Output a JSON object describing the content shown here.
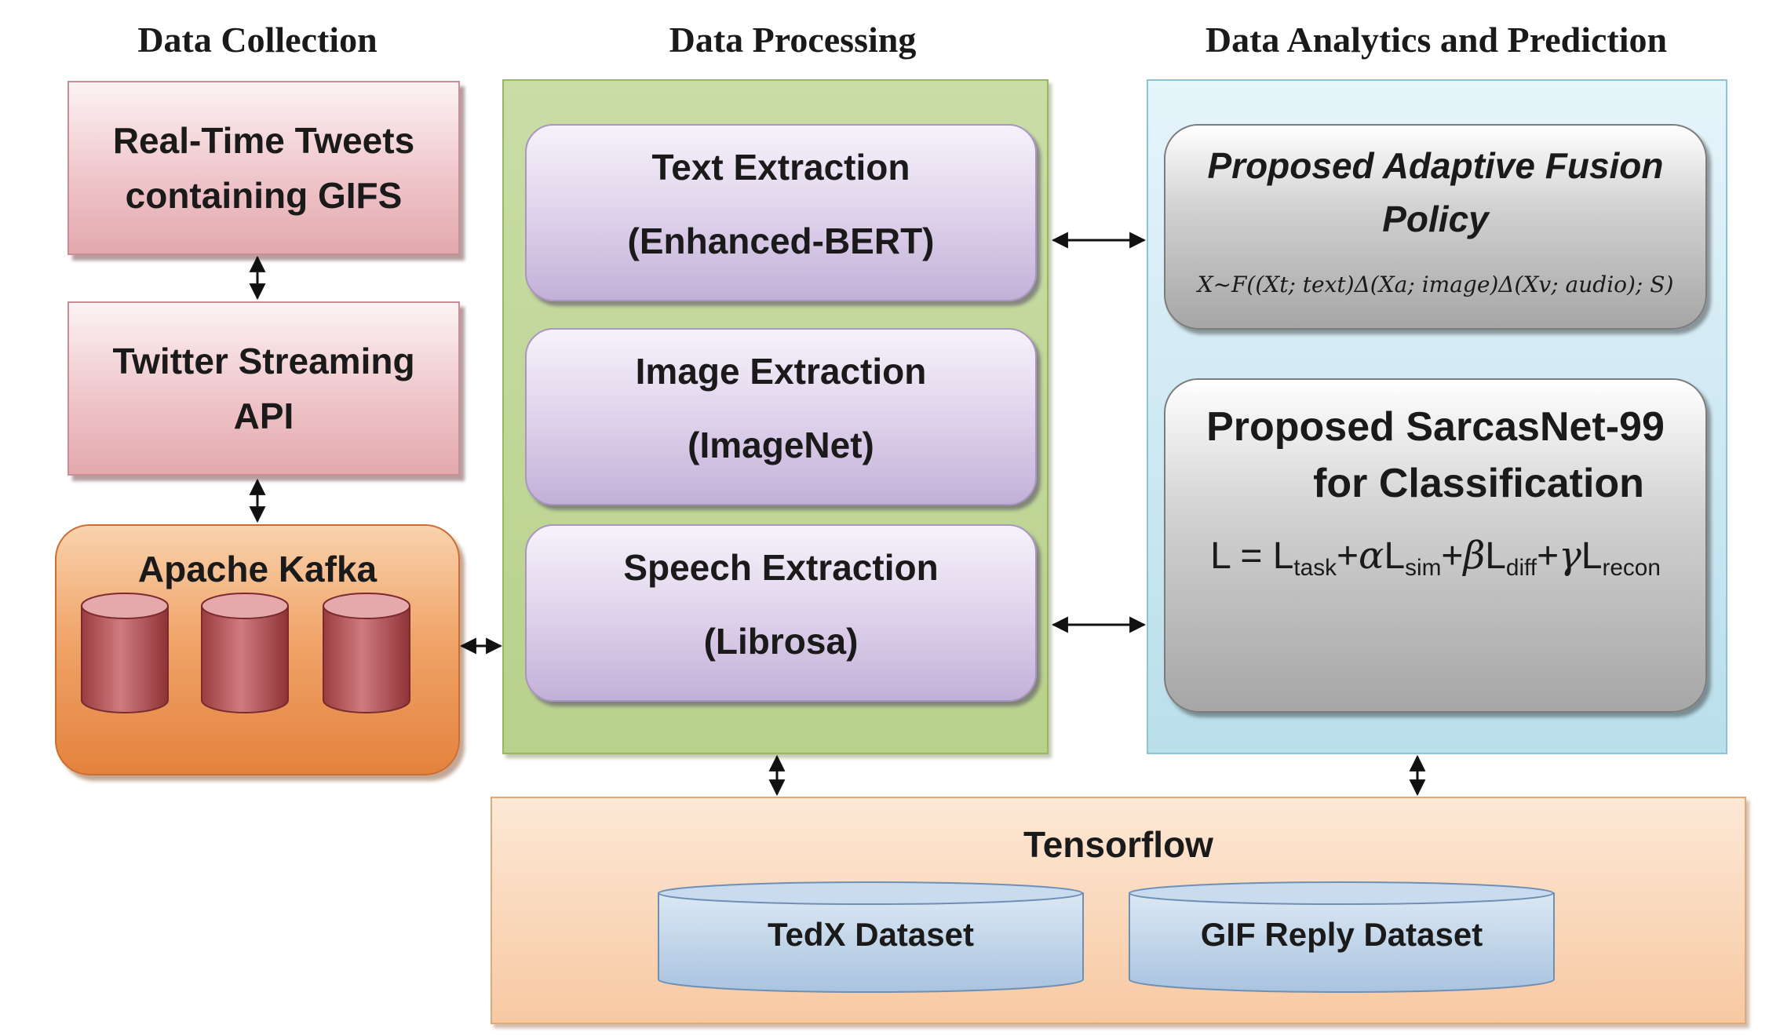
{
  "columns": {
    "collection": "Data Collection",
    "processing": "Data Processing",
    "analytics": "Data Analytics and Prediction"
  },
  "collection": {
    "tweets_line1": "Real-Time Tweets",
    "tweets_line2": "containing GIFS",
    "api_line1": "Twitter Streaming",
    "api_line2": "API",
    "kafka": "Apache Kafka"
  },
  "processing": {
    "text_title": "Text Extraction",
    "text_model": "(Enhanced-BERT)",
    "image_title": "Image Extraction",
    "image_model": "(ImageNet)",
    "speech_title": "Speech Extraction",
    "speech_model": "(Librosa)"
  },
  "analytics": {
    "fusion_line1": "Proposed Adaptive Fusion",
    "fusion_line2": "Policy",
    "fusion_formula": "X~F((Xt; text)Δ(Xa; image)Δ(Xv; audio); S)",
    "model_line1": "Proposed SarcasNet-99",
    "model_line2": "for Classification",
    "loss": {
      "lhs": "L",
      "eq": " = ",
      "t1": "L",
      "t1_sub": "task",
      "p1": "+",
      "c1": "α",
      "t2": "L",
      "t2_sub": "sim",
      "p2": "+",
      "c2": "β",
      "t3": "L",
      "t3_sub": "diff",
      "p3": "+",
      "c3": "γ",
      "t4": "L",
      "t4_sub": "recon"
    }
  },
  "storage": {
    "framework": "Tensorflow",
    "dataset1": "TedX Dataset",
    "dataset2": "GIF Reply Dataset"
  },
  "colors": {
    "collection_box": "#efc6ca",
    "kafka": "#f0a56a",
    "cylinder": "#c66a6e",
    "processing_panel": "#c4da9e",
    "extraction_box": "#ddd0ea",
    "analytics_panel": "#c9e6ef",
    "analytics_box": "#c8c8c8",
    "tensorflow_panel": "#fad7b8",
    "dataset_cylinder": "#b9d0e6"
  }
}
